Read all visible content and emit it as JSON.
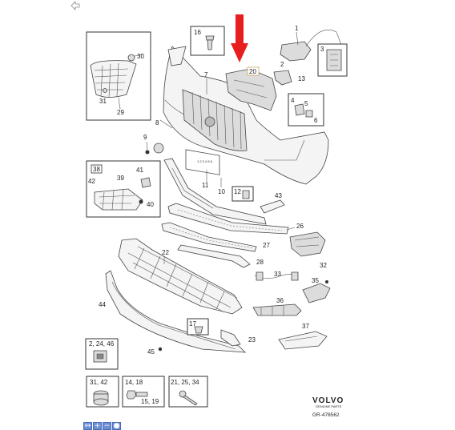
{
  "callouts": {
    "c1": "1",
    "c2": "2",
    "c3": "3",
    "c4": "4",
    "c5": "5",
    "c6": "6",
    "c7": "7",
    "c8": "8",
    "c9": "9",
    "c10": "10",
    "c11": "11",
    "c12": "12",
    "c13": "13",
    "c16": "16",
    "c17": "17",
    "c20": "20",
    "c22": "22",
    "c23": "23",
    "c26": "26",
    "c27": "27",
    "c28": "28",
    "c29": "29",
    "c30": "30",
    "c31": "31",
    "c32": "32",
    "c33": "33",
    "c35": "35",
    "c36": "36",
    "c37": "37",
    "c38": "38",
    "c39": "39",
    "c40": "40",
    "c41": "41",
    "c42": "42",
    "c43": "43",
    "c44": "44",
    "c45": "45"
  },
  "boxes": {
    "b_2_24_46": "2, 24, 46",
    "b_31_42": "31, 42",
    "b_14_18": "14, 18",
    "b_15_19": "15, 19",
    "b_21_25_34": "21, 25, 34"
  },
  "brand": {
    "logo": "VOLVO",
    "sub": "GENUINE PARTS",
    "ref": "GR-478562"
  },
  "plate": "1 2 3 4 5 6",
  "icons": [
    "back-icon",
    "fit-icon",
    "zoom-in-icon",
    "zoom-out-icon",
    "reset-icon"
  ],
  "colors": {
    "arrow": "#e81e1e",
    "zoom_button": "#6d8fd6"
  }
}
